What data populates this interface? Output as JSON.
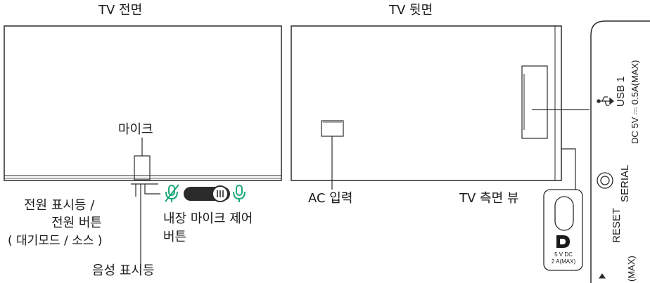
{
  "titles": {
    "front": "TV 전면",
    "back": "TV 뒷면"
  },
  "front": {
    "mic": "마이크",
    "power_line1": "전원 표시등 /",
    "power_line2": "전원 버튼",
    "power_line3": "( 대기모드 / 소스 )",
    "sound_indicator": "음성 표시등",
    "mic_control_line1": "내장 마이크 제어",
    "mic_control_line2": "버튼"
  },
  "back": {
    "ac_input": "AC 입력",
    "side_view": "TV 측면 뷰"
  },
  "side_panel": {
    "usb_label": "USB 1",
    "usb_spec": "DC 5V ⎓ 0.5A(MAX)",
    "serial": "SERIAL",
    "reset": "RESET",
    "dp_spec_line1": "5 V DC",
    "dp_spec_line2": "2 A(MAX)",
    "bottom_spec": "(MAX)"
  },
  "colors": {
    "mic_icon": "#1aa87a",
    "line": "#2b2b2b",
    "switch": "#2b2b2b"
  }
}
